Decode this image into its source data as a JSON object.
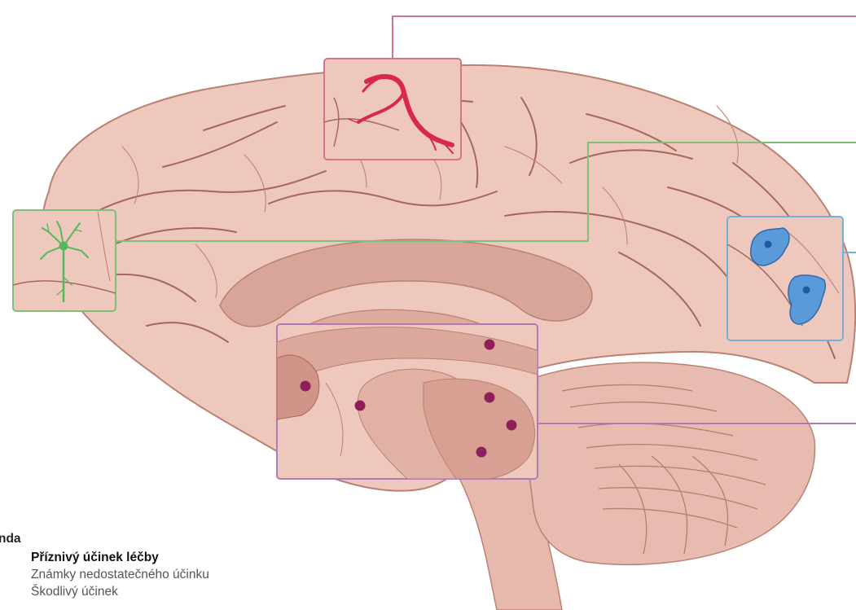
{
  "legend": {
    "title": "nda",
    "items": [
      {
        "label": "Příznivý účinek léčby"
      },
      {
        "label": "Známky nedostatečného účinku"
      },
      {
        "label": "Škodlivý účinek"
      }
    ]
  },
  "colors": {
    "brain_fill": "#efc8bd",
    "brain_dark": "#d59f92",
    "brain_mid": "#e2b3a6",
    "sulcus_line": "#a8665a",
    "callout_red": "#d4738c",
    "callout_green": "#7cc07c",
    "callout_blue": "#72b2d9",
    "callout_purple": "#b27ab4",
    "vessel": "#d9274f",
    "neuron": "#56b85c",
    "cell_blue": "#3b7fc4",
    "dot_magenta": "#8e1f5a"
  },
  "callouts": [
    {
      "name": "callout-red-vessel",
      "icon": "blood-vessel-icon"
    },
    {
      "name": "callout-green-neuron",
      "icon": "neuron-icon"
    },
    {
      "name": "callout-blue-cells",
      "icon": "blue-cell-icon"
    },
    {
      "name": "callout-purple-deep-structures",
      "icon": "magenta-dot-icon"
    }
  ]
}
